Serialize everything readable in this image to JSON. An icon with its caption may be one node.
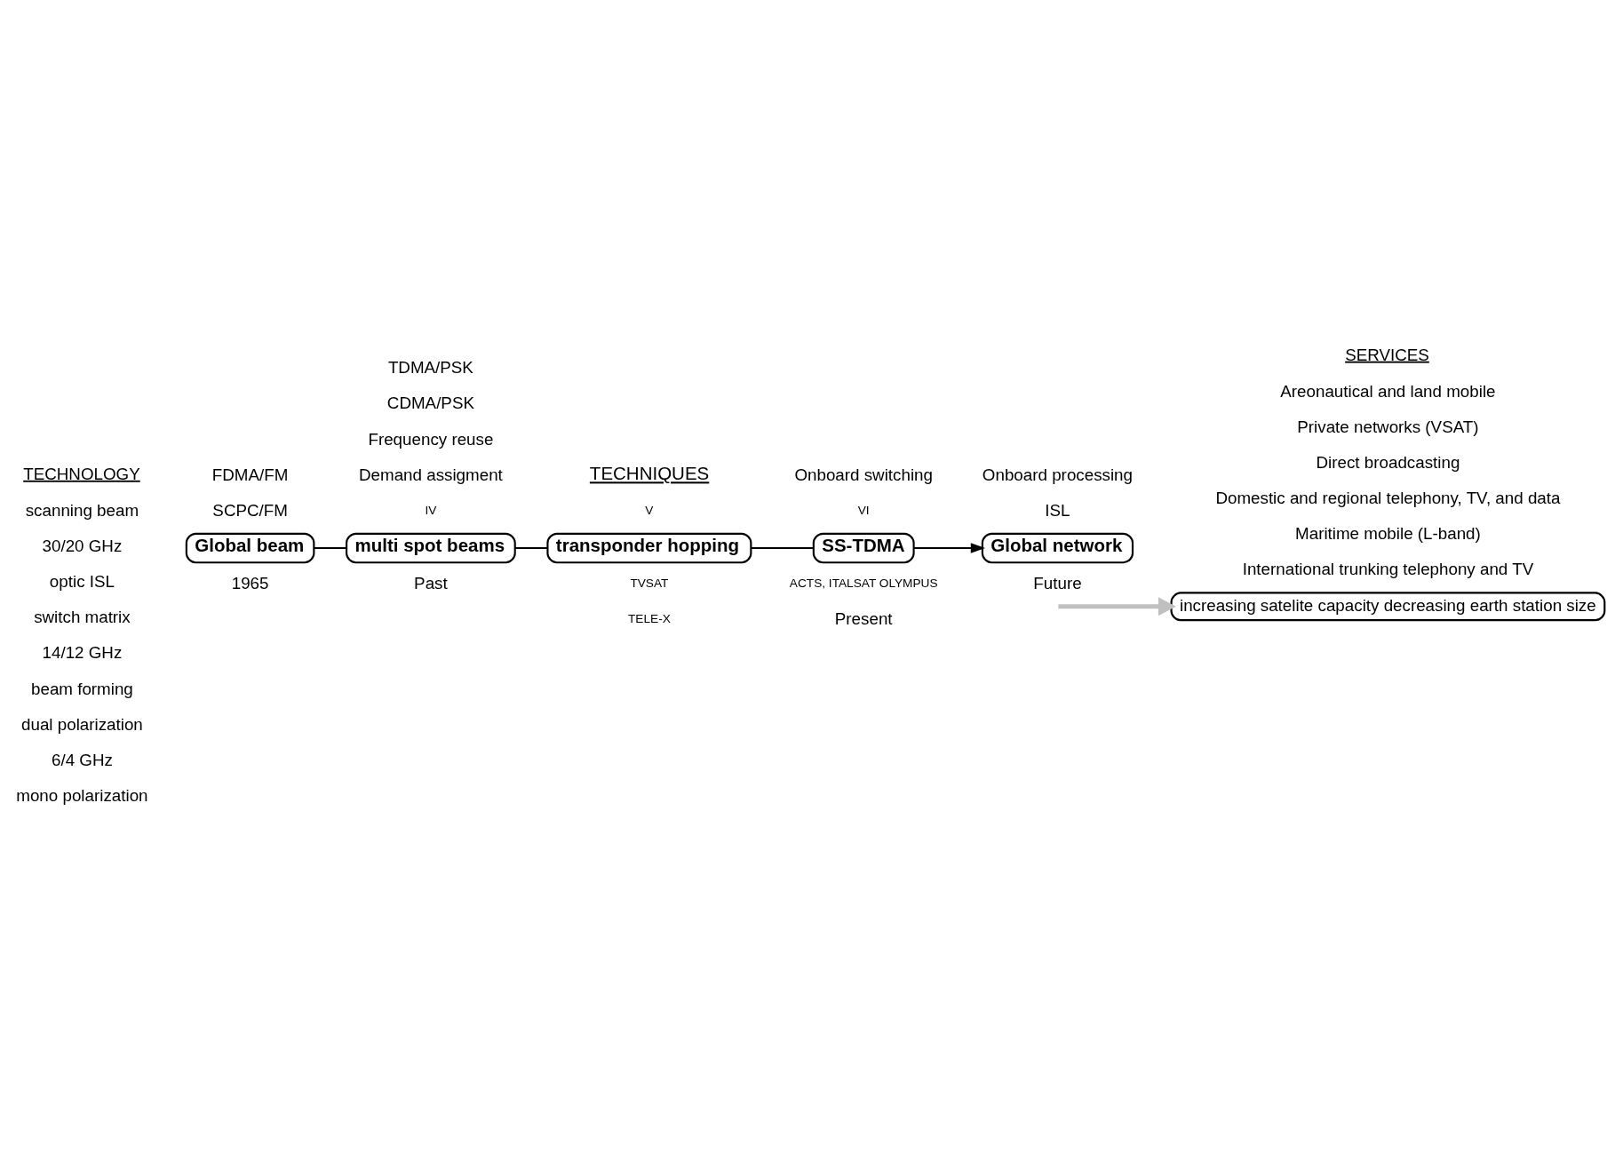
{
  "diagram": {
    "nodes": [
      {
        "text": [
          "Global beam"
        ]
      },
      {
        "text": [
          "multi spot beams"
        ]
      },
      {
        "text": [
          "transponder hopping"
        ]
      },
      {
        "text": [
          "SS-TDMA"
        ]
      },
      {
        "text": [
          "Global network"
        ]
      },
      {
        "text": [
          "increasing satelite capacity decreasing earth station size"
        ]
      }
    ],
    "edges": [
      {
        "from": 0,
        "to": 1,
        "arrow": "none"
      },
      {
        "from": 1,
        "to": 2,
        "arrow": "none"
      },
      {
        "from": 2,
        "to": 3,
        "arrow": "none"
      },
      {
        "from": 3,
        "to": 4,
        "arrow": "to"
      },
      {
        "from": null,
        "to": 5,
        "arrow": "to",
        "style": "thick",
        "color": "#c0c0c0"
      }
    ],
    "labels": [
      "TECHNIQUES",
      "FDMA/FM",
      "SCPC/FM",
      "TDMA/PSK",
      "CDMA/PSK",
      "Onboard processing",
      "Onboard switching",
      "ISL",
      "Frequency reuse",
      "Demand assigment",
      "TECHNOLOGY",
      "scanning beam",
      "30/20 GHz",
      "optic ISL",
      "switch matrix",
      "14/12 GHz",
      "beam forming",
      "dual polarization",
      "6/4 GHz",
      "mono polarization",
      "SERVICES",
      "Areonautical and land mobile",
      "Private networks (VSAT)",
      "Direct broadcasting",
      "Domestic and regional telephony, TV, and data",
      "Maritime mobile (L-band)",
      "International trunking telephony and TV",
      "VI",
      "V",
      "IV",
      "ACTS, ITALSAT OLYMPUS",
      "TVSAT",
      "TELE-X",
      "1965",
      "Past",
      "Present",
      "Future"
    ]
  }
}
